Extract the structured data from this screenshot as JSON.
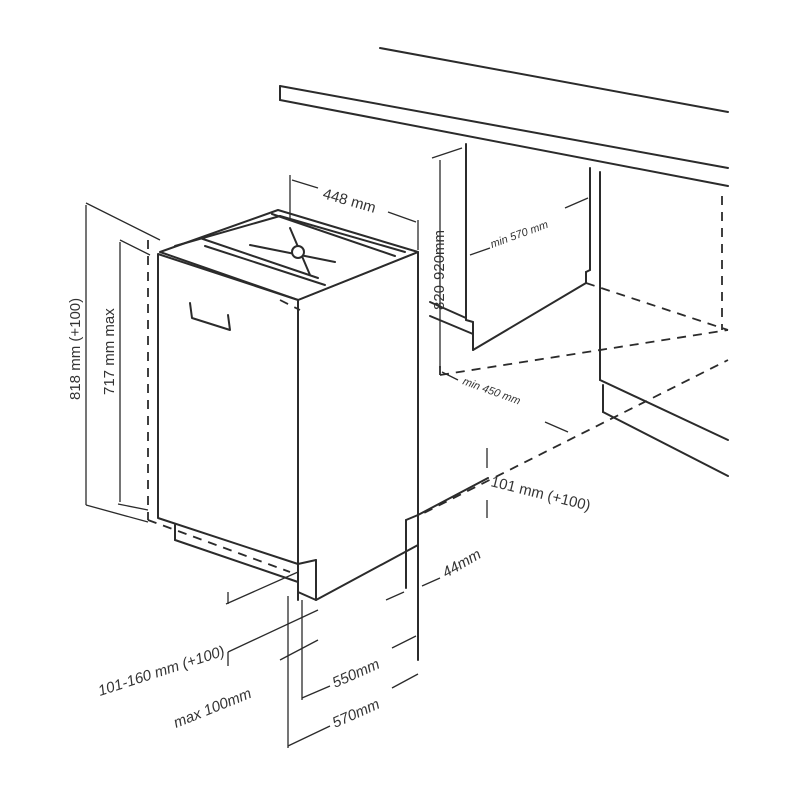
{
  "diagram": {
    "subject": "Integrated dishwasher installation dimensions",
    "colors": {
      "line": "#2b2b2b",
      "text": "#333333",
      "background": "#ffffff"
    },
    "dimensions": {
      "width": "448 mm",
      "niche_height": "820-920mm",
      "niche_depth": "min 570 mm",
      "total_height": "818 mm (+100)",
      "door_height": "717 mm max",
      "niche_width": "min 450 mm",
      "plinth_height": "101 mm (+100)",
      "plinth_gap": "44mm",
      "adjustable_plinth": "101-160 mm (+100)",
      "max_plinth_offset": "max 100mm",
      "depth_body": "550mm",
      "depth_total": "570mm"
    }
  }
}
